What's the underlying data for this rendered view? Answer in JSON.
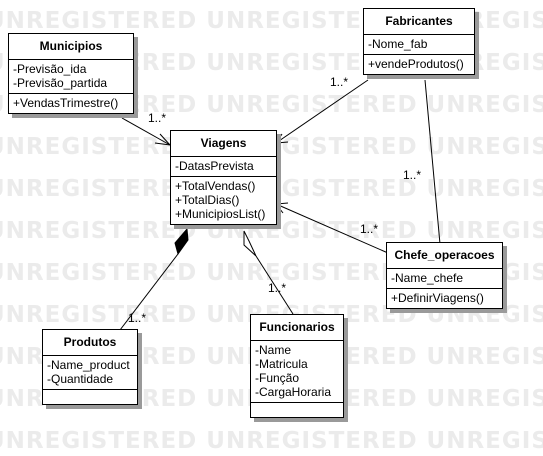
{
  "watermark": "UNREGISTERED UNREGISTERED UNREGISTERED UNREGISTERED",
  "classes": {
    "municipios": {
      "name": "Municipios",
      "attributes": [
        "-Previsão_ida",
        "-Previsão_partida"
      ],
      "operations": [
        "+VendasTrimestre()"
      ]
    },
    "fabricantes": {
      "name": "Fabricantes",
      "attributes": [
        "-Nome_fab"
      ],
      "operations": [
        "+vendeProdutos()"
      ]
    },
    "viagens": {
      "name": "Viagens",
      "attributes": [
        "-DatasPrevista"
      ],
      "operations": [
        "+TotalVendas()",
        "+TotalDias()",
        "+MunicipiosList()"
      ]
    },
    "chefe": {
      "name": "Chefe_operacoes",
      "attributes": [
        "-Name_chefe"
      ],
      "operations": [
        "+DefinirViagens()"
      ]
    },
    "produtos": {
      "name": "Produtos",
      "attributes": [
        "-Name_product",
        "-Quantidade"
      ],
      "operations": []
    },
    "funcionarios": {
      "name": "Funcionarios",
      "attributes": [
        "-Name",
        "-Matricula",
        "-Função",
        "-CargaHoraria"
      ],
      "operations": []
    }
  },
  "multiplicities": {
    "municipios_viagens": "1..*",
    "fabricantes_viagens": "1..*",
    "fabricantes_chefe": "1..*",
    "chefe_viagens": "1..*",
    "produtos_viagens": "1..*",
    "funcionarios_viagens": "1..*"
  },
  "colors": {
    "watermark": "#ebebeb",
    "shadow": "#9a9a9a",
    "line": "#000000"
  }
}
